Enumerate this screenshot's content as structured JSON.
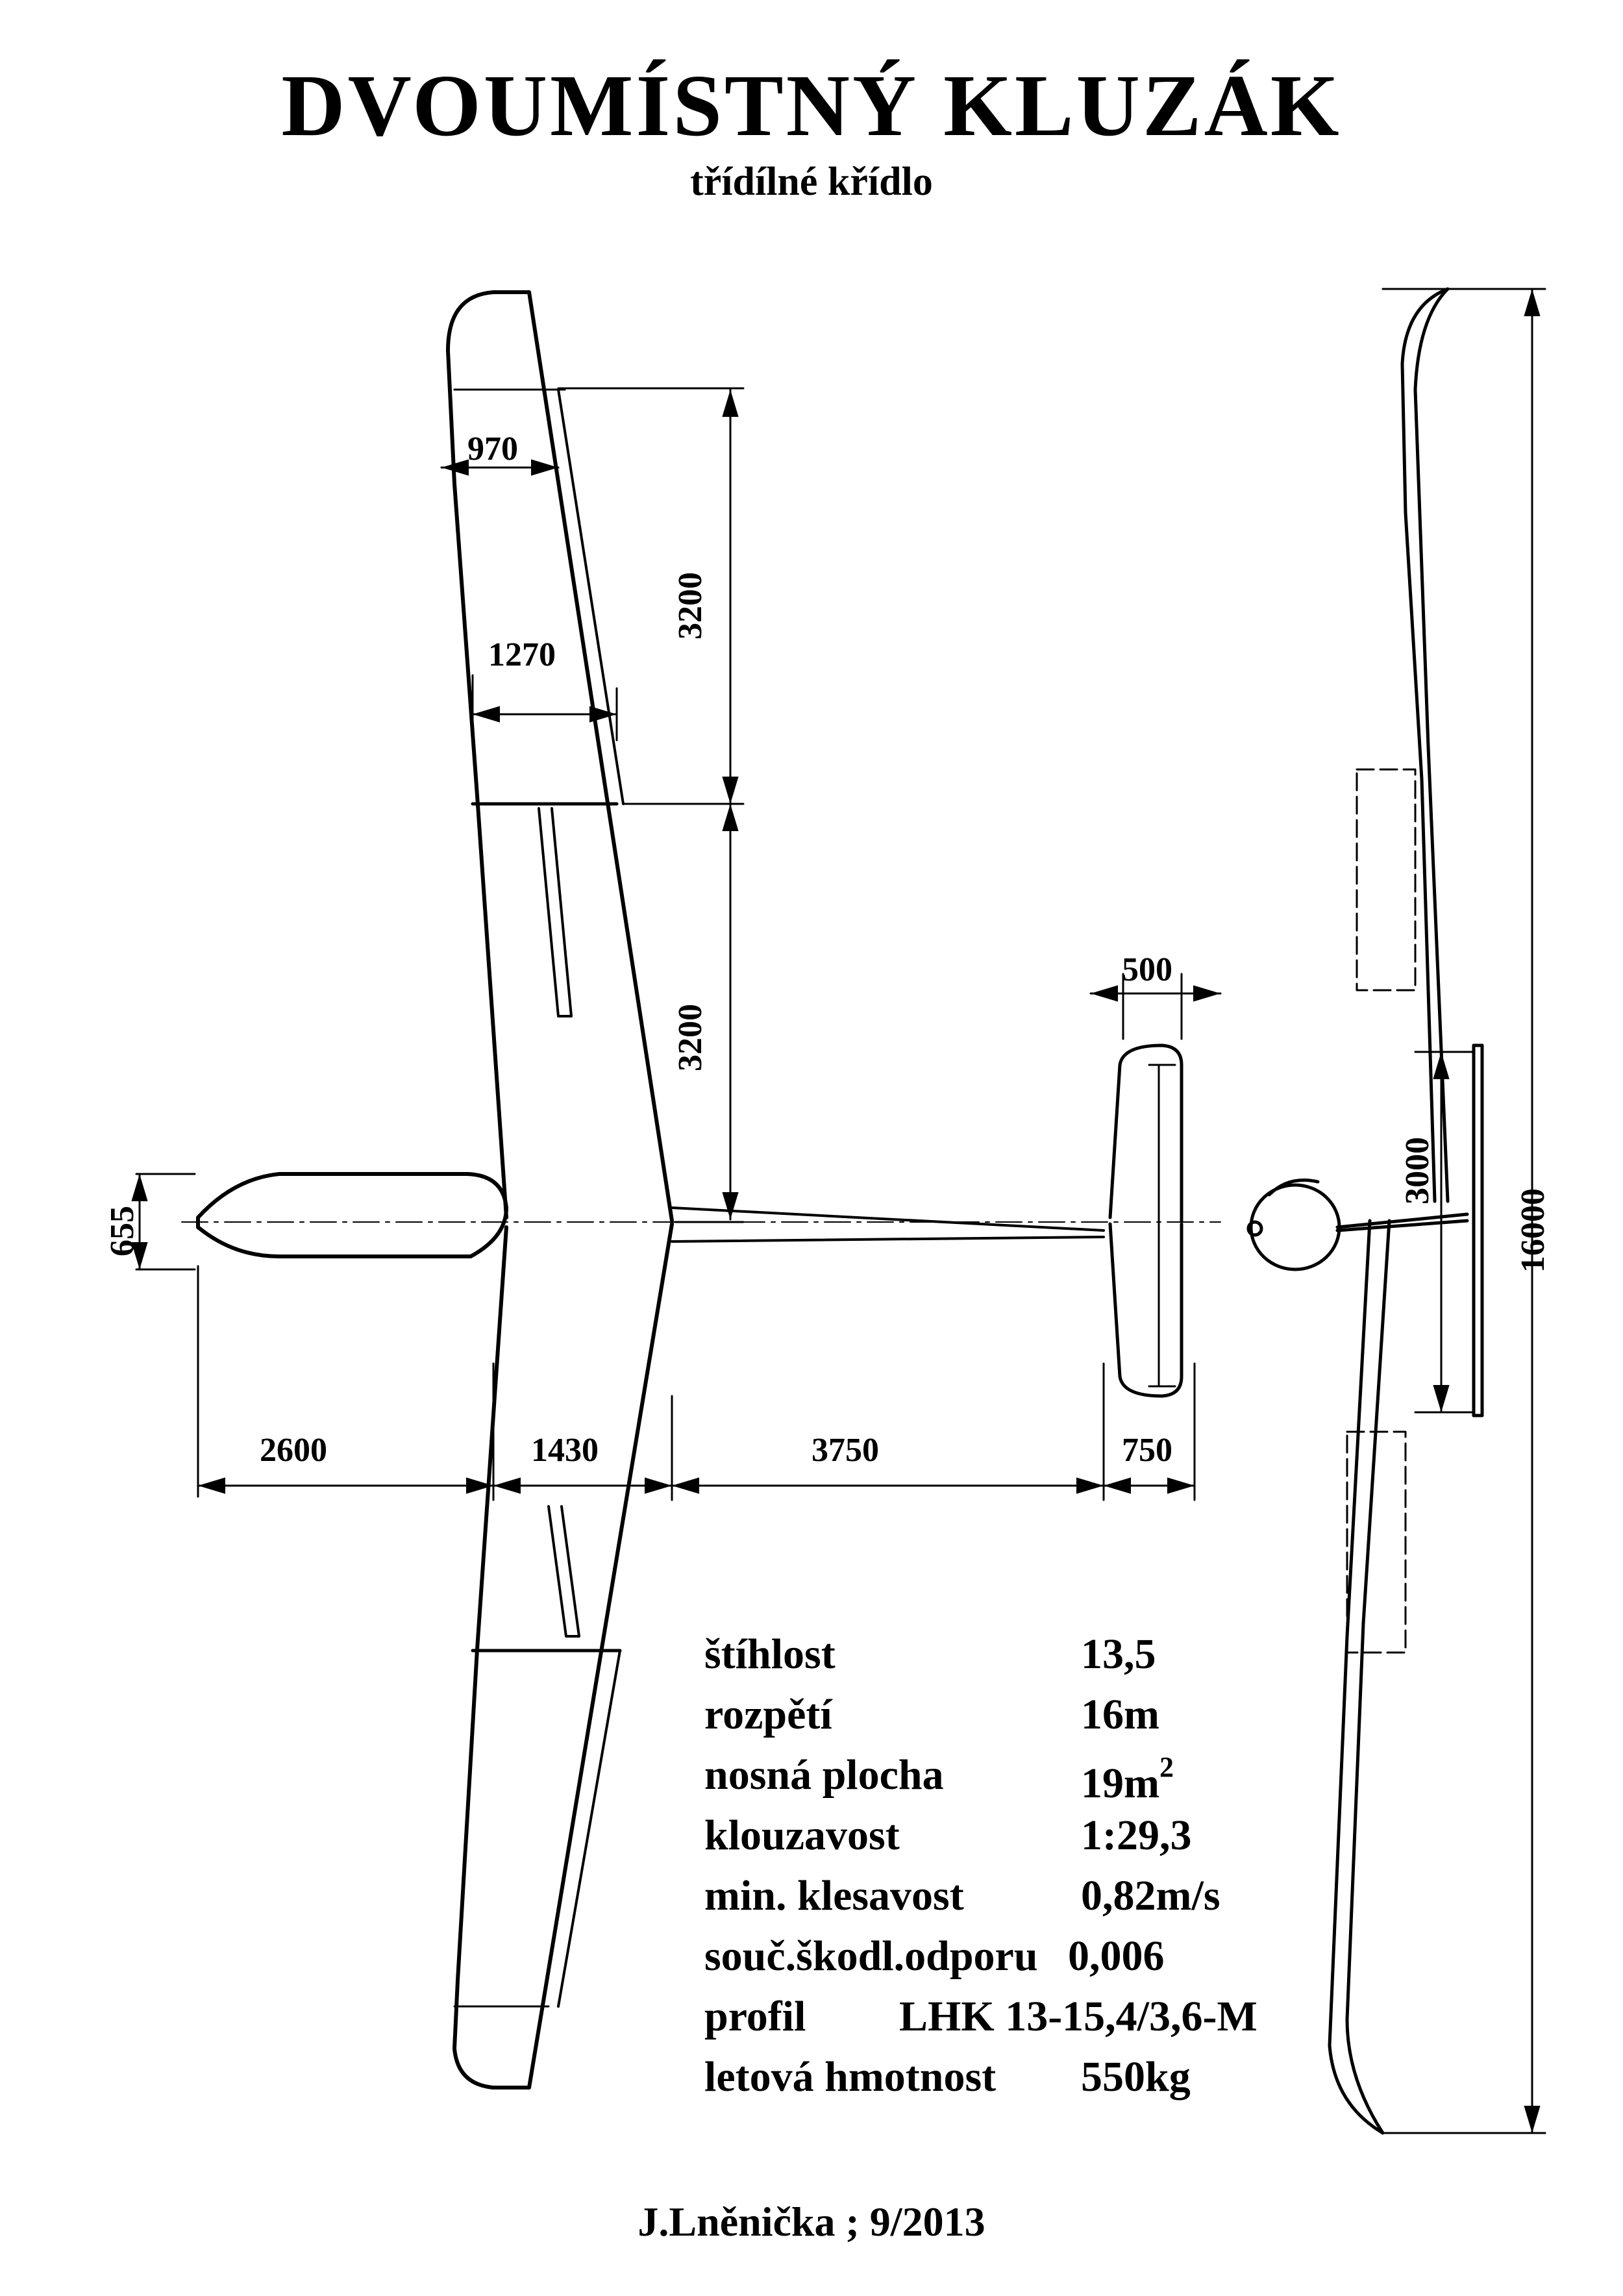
{
  "title": "DVOUMÍSTNÝ KLUZÁK",
  "subtitle": "třídílné křídlo",
  "dimensions": {
    "tip_chord": "970",
    "mid_chord": "1270",
    "outer_panel_span": "3200",
    "inner_panel_span": "3200",
    "tail_tip_chord": "500",
    "fuselage_height": "655",
    "nose_to_wing": "2600",
    "root_chord": "1430",
    "wing_to_tail": "3750",
    "tail_root_chord": "750",
    "tail_span": "3000",
    "wing_span": "16000"
  },
  "specs": [
    {
      "label": "štíhlost",
      "value": "13,5"
    },
    {
      "label": "rozpětí",
      "value": "16m"
    },
    {
      "label": "nosná plocha",
      "value": "19m",
      "sup": "2"
    },
    {
      "label": "klouzavost",
      "value": "1:29,3"
    },
    {
      "label": "min. klesavost",
      "value": "0,82m/s"
    },
    {
      "label": "souč.škodl.odporu",
      "value": "0,006"
    },
    {
      "label": "profil",
      "value": "LHK 13-15,4/3,6-M"
    },
    {
      "label": "letová hmotnost",
      "value": "550kg"
    }
  ],
  "author": "J.Lněnička ; 9/2013"
}
